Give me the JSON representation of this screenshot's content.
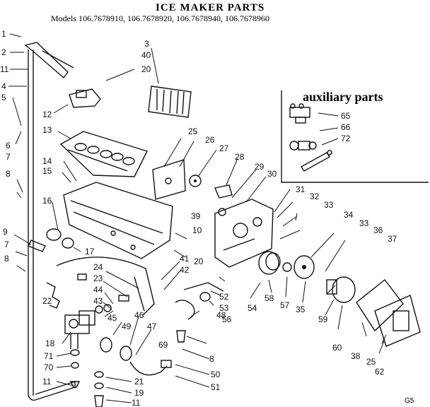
{
  "title": "ICE MAKER PARTS",
  "models": "Models 106.7678910, 106.7678920, 106.7678940, 106.7678960",
  "auxiliary_heading": "auxiliary parts",
  "page_code": "G5",
  "callouts": [
    {
      "id": "c1",
      "label": "1"
    },
    {
      "id": "c2",
      "label": "2"
    },
    {
      "id": "c11a",
      "label": "11"
    },
    {
      "id": "c4",
      "label": "4"
    },
    {
      "id": "c5",
      "label": "5"
    },
    {
      "id": "c6",
      "label": "6"
    },
    {
      "id": "c7a",
      "label": "7"
    },
    {
      "id": "c8a",
      "label": "8"
    },
    {
      "id": "c9",
      "label": "9"
    },
    {
      "id": "c7b",
      "label": "7"
    },
    {
      "id": "c8b",
      "label": "8"
    },
    {
      "id": "c22",
      "label": "22"
    },
    {
      "id": "c18",
      "label": "18"
    },
    {
      "id": "c71",
      "label": "71"
    },
    {
      "id": "c70",
      "label": "70"
    },
    {
      "id": "c11b",
      "label": "11"
    },
    {
      "id": "c12",
      "label": "12"
    },
    {
      "id": "c13",
      "label": "13"
    },
    {
      "id": "c14",
      "label": "14"
    },
    {
      "id": "c15",
      "label": "15"
    },
    {
      "id": "c16",
      "label": "16"
    },
    {
      "id": "c17",
      "label": "17"
    },
    {
      "id": "c3",
      "label": "3"
    },
    {
      "id": "c40",
      "label": "40"
    },
    {
      "id": "c20a",
      "label": "20"
    },
    {
      "id": "c25a",
      "label": "25"
    },
    {
      "id": "c26",
      "label": "26"
    },
    {
      "id": "c27",
      "label": "27"
    },
    {
      "id": "c28",
      "label": "28"
    },
    {
      "id": "c29",
      "label": "29"
    },
    {
      "id": "c30",
      "label": "30"
    },
    {
      "id": "c39",
      "label": "39"
    },
    {
      "id": "c10",
      "label": "10"
    },
    {
      "id": "c31",
      "label": "31"
    },
    {
      "id": "c32",
      "label": "32"
    },
    {
      "id": "c33a",
      "label": "33"
    },
    {
      "id": "c34",
      "label": "34"
    },
    {
      "id": "c33b",
      "label": "33"
    },
    {
      "id": "c36",
      "label": "36"
    },
    {
      "id": "c37",
      "label": "37"
    },
    {
      "id": "c20b",
      "label": "20"
    },
    {
      "id": "c41",
      "label": "41"
    },
    {
      "id": "c42",
      "label": "42"
    },
    {
      "id": "c24",
      "label": "24"
    },
    {
      "id": "c23",
      "label": "23"
    },
    {
      "id": "c44",
      "label": "44"
    },
    {
      "id": "c43",
      "label": "43"
    },
    {
      "id": "c45",
      "label": "45"
    },
    {
      "id": "c49",
      "label": "49"
    },
    {
      "id": "c46",
      "label": "46"
    },
    {
      "id": "c47",
      "label": "47"
    },
    {
      "id": "c48",
      "label": "48"
    },
    {
      "id": "c53",
      "label": "53"
    },
    {
      "id": "c52",
      "label": "52"
    },
    {
      "id": "c56",
      "label": "56"
    },
    {
      "id": "c54",
      "label": "54"
    },
    {
      "id": "c58",
      "label": "58"
    },
    {
      "id": "c57",
      "label": "57"
    },
    {
      "id": "c35",
      "label": "35"
    },
    {
      "id": "c59",
      "label": "59"
    },
    {
      "id": "c60",
      "label": "60"
    },
    {
      "id": "c38",
      "label": "38"
    },
    {
      "id": "c25b",
      "label": "25"
    },
    {
      "id": "c62",
      "label": "62"
    },
    {
      "id": "c69",
      "label": "69"
    },
    {
      "id": "c8c",
      "label": "8"
    },
    {
      "id": "c50",
      "label": "50"
    },
    {
      "id": "c51",
      "label": "51"
    },
    {
      "id": "c21",
      "label": "21"
    },
    {
      "id": "c19",
      "label": "19"
    },
    {
      "id": "c11c",
      "label": "11"
    },
    {
      "id": "c65",
      "label": "65"
    },
    {
      "id": "c66",
      "label": "66"
    },
    {
      "id": "c72",
      "label": "72"
    }
  ]
}
